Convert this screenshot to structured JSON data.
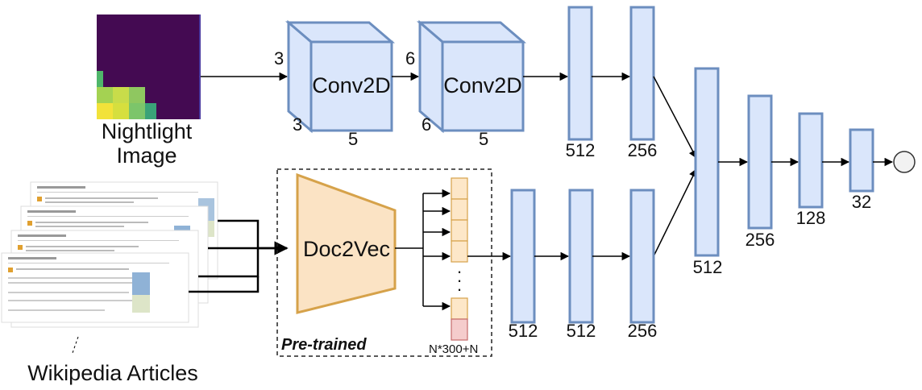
{
  "nightlight": {
    "label_line1": "Nightlight",
    "label_line2": "Image"
  },
  "conv": [
    {
      "label": "Conv2D",
      "in_channels": "3",
      "kernel_h": "3",
      "kernel_w": "5"
    },
    {
      "label": "Conv2D",
      "in_channels": "6",
      "kernel_h": "6",
      "kernel_w": "5"
    }
  ],
  "image_fc": [
    "512",
    "256"
  ],
  "doc2vec": {
    "label": "Doc2Vec",
    "pretrained_label": "Pre-trained",
    "output_dim": "N*300+N",
    "ellipsis": "."
  },
  "text_fc": [
    "512",
    "512",
    "256"
  ],
  "merged_fc": [
    "512",
    "256",
    "128",
    "32"
  ],
  "wikipedia": {
    "label": "Wikipedia Articles"
  },
  "colors": {
    "layer_fill": "#dae6fb",
    "layer_stroke": "#6c8ebf",
    "doc_fill": "#fbe3c4",
    "doc_stroke": "#d6a24a",
    "vec_fill": "#fde7c8",
    "vec_last": "#f5cccc"
  }
}
